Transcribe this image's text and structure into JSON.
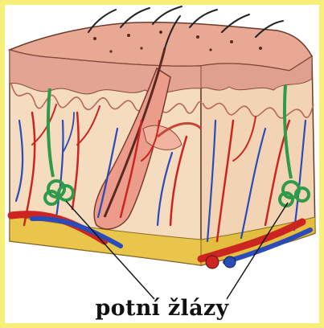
{
  "caption": "potní žlázy",
  "colors": {
    "frame": "#f6f07a",
    "background": "#ffffff",
    "epidermis": "#e9b3a5",
    "dermis": "#f4ddc0",
    "fat_layer": "#e8c54a",
    "artery": "#cc2420",
    "vein": "#2a4bb8",
    "sweat_gland": "#2f9a4a",
    "hair": "#222222"
  },
  "icons": [
    "skin-cross-section",
    "hair",
    "sweat-gland",
    "artery",
    "vein",
    "hair-follicle"
  ]
}
